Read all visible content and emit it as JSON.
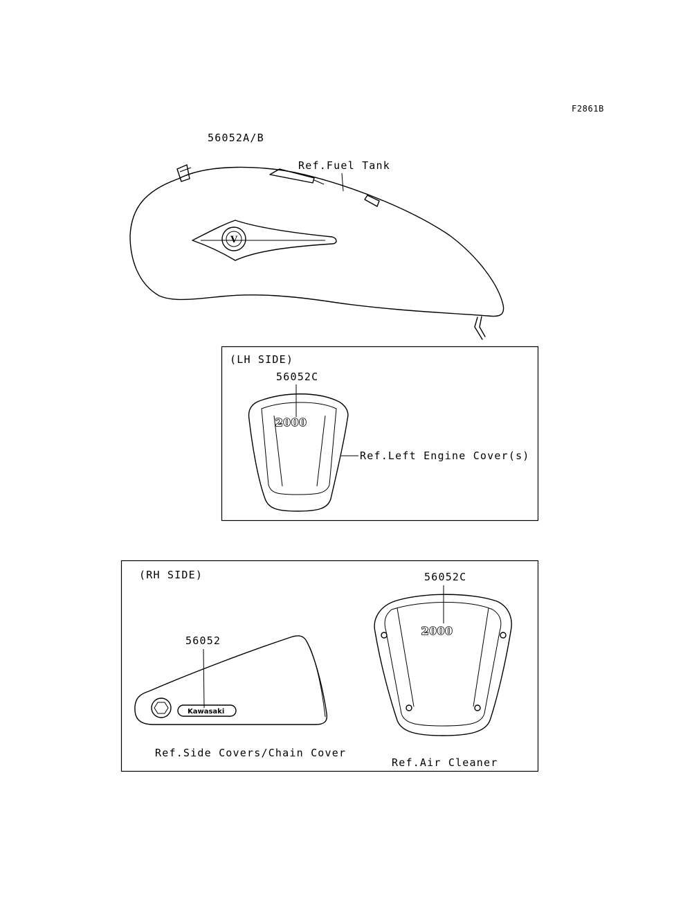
{
  "figure_code": "F2861B",
  "labels": {
    "part_tank": "56052A/B",
    "ref_fuel_tank": "Ref.Fuel Tank",
    "lh_side": "(LH SIDE)",
    "part_lh_cover": "56052C",
    "ref_left_engine_cover": "Ref.Left Engine Cover(s)",
    "rh_side": "(RH SIDE)",
    "part_side_cover": "56052",
    "part_air_cleaner": "56052C",
    "ref_side_covers": "Ref.Side Covers/Chain Cover",
    "ref_air_cleaner": "Ref.Air Cleaner"
  },
  "emblems": {
    "year_lh": "2000",
    "year_rh": "2000",
    "brand": "Kawasaki",
    "tank_logo": "V"
  }
}
